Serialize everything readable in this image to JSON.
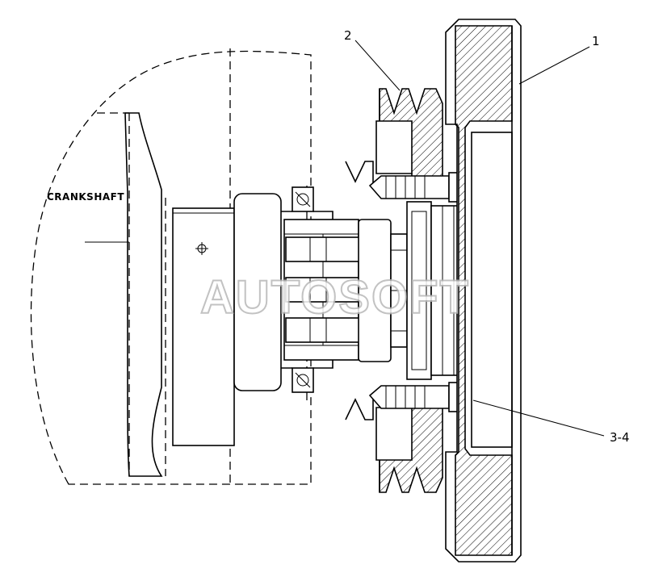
{
  "diagram": {
    "callouts": {
      "c1": "1",
      "c2": "2",
      "c3": "3-4"
    },
    "labels": {
      "crankshaft": "CRANKSHAFT"
    },
    "watermark": "AUTOSOFT"
  }
}
